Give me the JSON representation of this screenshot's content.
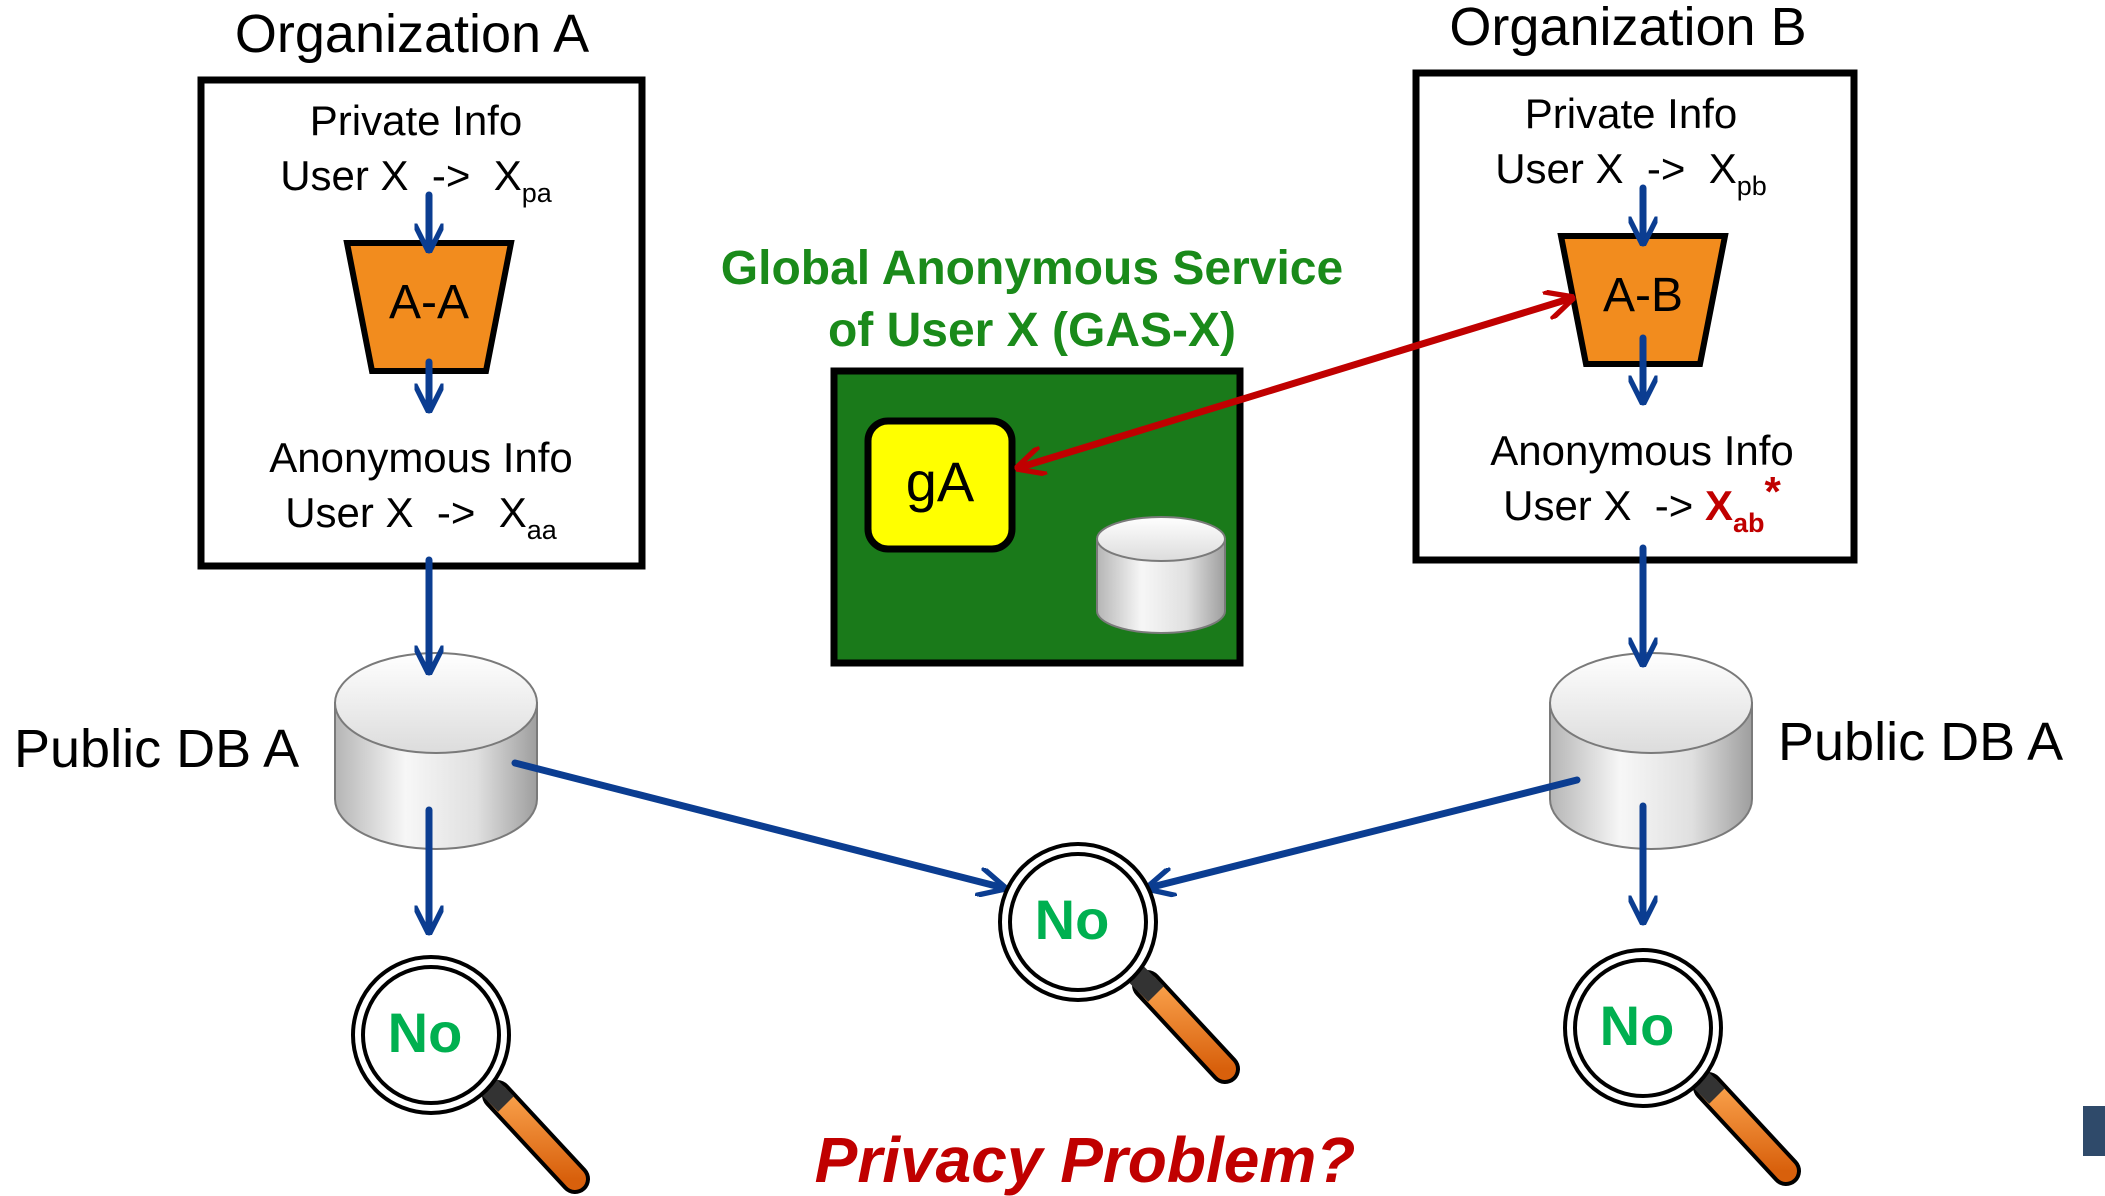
{
  "org_a": {
    "title": "Organization A",
    "private_heading": "Private Info",
    "private_prefix": "User X  ->  ",
    "private_var": "X",
    "private_sub": "pa",
    "anonymizer": "A-A",
    "anon_heading": "Anonymous Info",
    "anon_prefix": "User X  ->  ",
    "anon_var": "X",
    "anon_sub": "aa"
  },
  "org_b": {
    "title": "Organization B",
    "private_heading": "Private Info",
    "private_prefix": "User X  ->  ",
    "private_var": "X",
    "private_sub": "pb",
    "anonymizer": "A-B",
    "anon_heading": "Anonymous Info",
    "anon_prefix": "User X  -> ",
    "anon_var": "X",
    "anon_sub": "ab",
    "anon_mark": "*"
  },
  "gas": {
    "title_line1": "Global Anonymous Service",
    "title_line2": "of User X (GAS-X)",
    "key_label": "gA"
  },
  "db_left_label": "Public DB A",
  "db_right_label": "Public DB A",
  "search_left": "No",
  "search_center": "No",
  "search_right": "No",
  "question": "Privacy Problem?",
  "colors": {
    "flow_arrow": "#0b3d91",
    "link_arrow": "#c00000",
    "anonymizer_fill": "#f28c1e",
    "gas_fill": "#1a7a1a",
    "gas_title": "#1a8a1a",
    "key_fill": "#ffff00",
    "no_text": "#00b050",
    "question_text": "#c00000",
    "handle": "#ef7a1a"
  }
}
